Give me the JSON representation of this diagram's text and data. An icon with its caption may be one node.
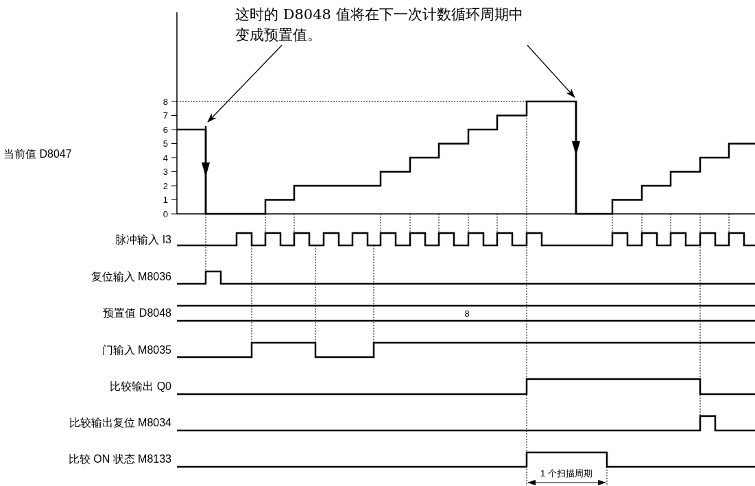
{
  "diagram": {
    "nodes": [
      {
        "text": [
          "这时的 D8048 值将在下一次计数循环周期中变成预置值。"
        ]
      },
      {
        "text": [],
        "shape": "line"
      },
      {
        "text": [],
        "shape": "line"
      }
    ],
    "edges": [
      {
        "from": 0,
        "to": 1,
        "arrow": "to"
      },
      {
        "from": 0,
        "to": 2,
        "arrow": "to"
      }
    ],
    "labels": [
      "当前值 D8047",
      "8",
      "7",
      "6",
      "5",
      "4",
      "3",
      "2",
      "1",
      "0",
      "脉冲输入 I3",
      "复位输入 M8036",
      "预置值 D8048",
      "8",
      "门输入 M8035",
      "比较输出 Q0",
      "比较输出复位 M8034",
      "比较 ON 状态 M8133",
      "1 个扫描周期"
    ]
  }
}
